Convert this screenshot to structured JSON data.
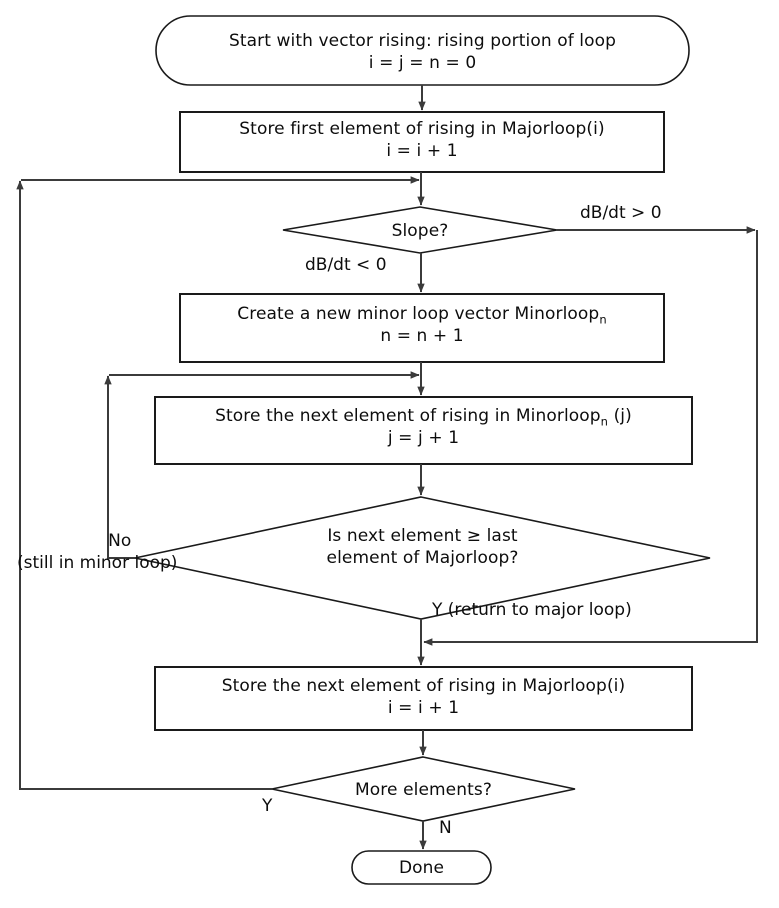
{
  "diagram": {
    "title": "Preisach major/minor loop extraction flowchart",
    "background_color": "#ffffff",
    "line_color": "#3b3b3b",
    "text_color": "#0d0d0d"
  },
  "nodes": {
    "start": {
      "type": "terminator",
      "line1": "Start with vector rising: rising portion of loop",
      "line2": "i = j = n = 0"
    },
    "store_first_major": {
      "type": "process",
      "line1": "Store first element of rising in Majorloop(i)",
      "line2": "i = i + 1"
    },
    "slope_decision": {
      "type": "decision",
      "line1": "Slope?"
    },
    "create_minor": {
      "type": "process",
      "line1_a": "Create a new minor loop vector Minorloop",
      "line1_sub": "n",
      "line2": "n = n + 1"
    },
    "store_next_minor": {
      "type": "process",
      "line1_a": "Store the next element of rising in Minorloop",
      "line1_sub": "n",
      "line1_b": " (j)",
      "line2": "j = j + 1"
    },
    "compare_decision": {
      "type": "decision",
      "line1": "Is next element ≥ last",
      "line2": "element of Majorloop?"
    },
    "store_next_major": {
      "type": "process",
      "line1": "Store the next element of rising in Majorloop(i)",
      "line2": "i = i + 1"
    },
    "more_elements_decision": {
      "type": "decision",
      "line1": "More elements?"
    },
    "done": {
      "type": "terminator",
      "line1": "Done"
    }
  },
  "edge_labels": {
    "slope_positive": "dB/dt > 0",
    "slope_negative": "dB/dt < 0",
    "compare_no_line1": "No",
    "compare_no_line2": "(still in minor loop)",
    "compare_yes": "Y (return to major loop)",
    "more_elements_yes": "Y",
    "more_elements_no": "N"
  }
}
